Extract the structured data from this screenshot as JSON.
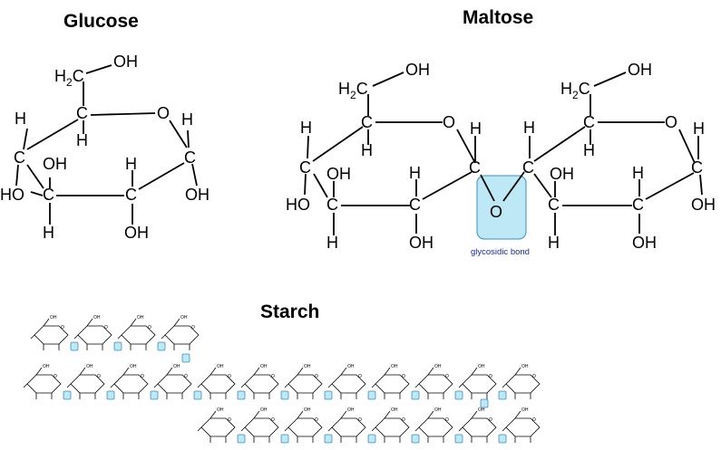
{
  "titles": {
    "glucose": "Glucose",
    "maltose": "Maltose",
    "starch": "Starch"
  },
  "atoms": {
    "carbon": "C",
    "oxygen": "O",
    "hydrogen": "H",
    "hydroxyl_right": "OH",
    "hydroxyl_left": "HO",
    "methylene_h": "H",
    "methylene_sub": "2",
    "methylene_c": "C"
  },
  "glycosidic_bond_label": "glycosidic bond",
  "colors": {
    "link_box_fill": "#bfe8f6",
    "link_box_stroke": "#3a8fb8",
    "label_text": "#1a2a8a"
  }
}
